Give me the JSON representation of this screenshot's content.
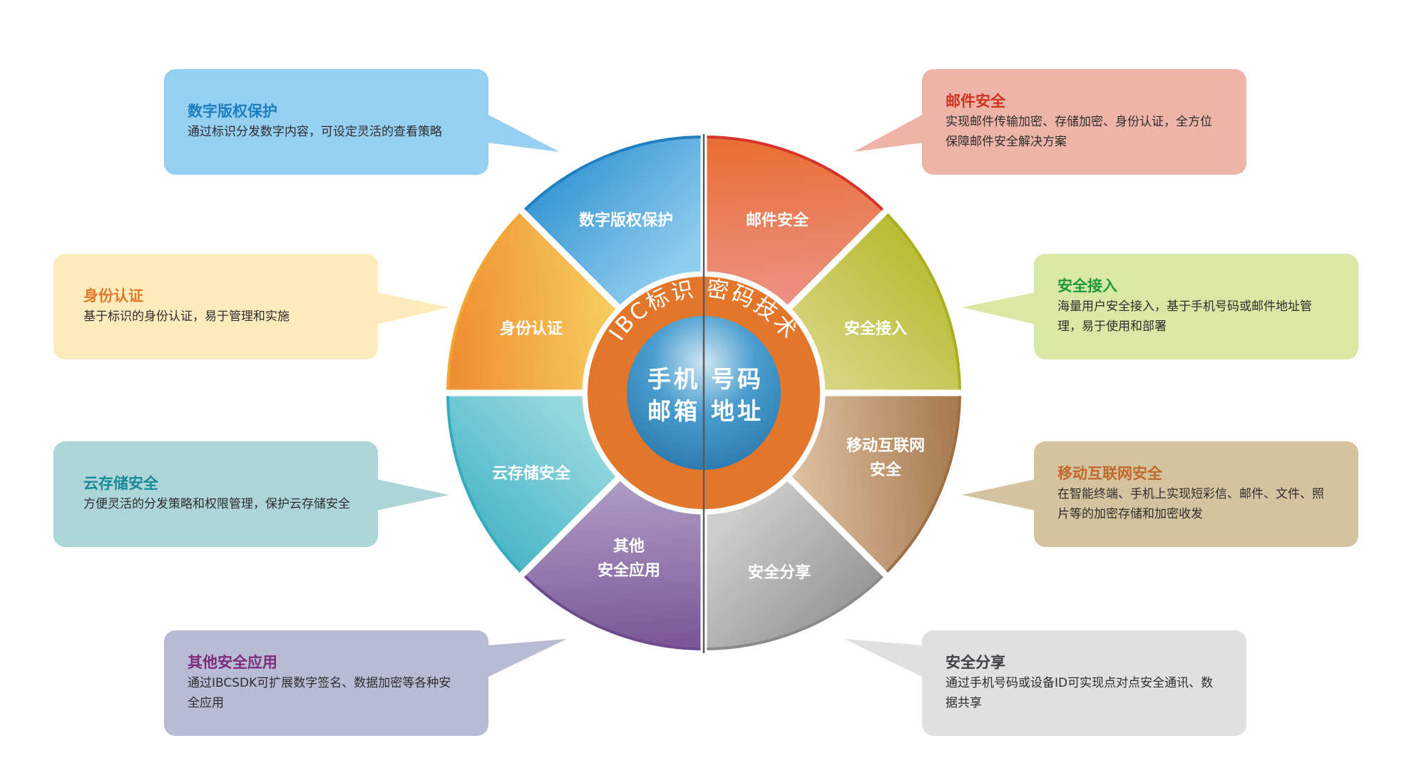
{
  "center": {
    "ring_text": "IBC标识  密码技术",
    "line1_left": "手机",
    "line1_right": "号码",
    "line2_left": "邮箱",
    "line2_right": "地址",
    "ring_color": "#e2762b",
    "core_color": "#3a8fc3"
  },
  "segments": [
    {
      "id": "secure-access",
      "label": [
        "安全接入"
      ],
      "colors": [
        "#b4b92c",
        "#d6d47e"
      ],
      "edge": "#a9ae22"
    },
    {
      "id": "email-security",
      "label": [
        "邮件安全"
      ],
      "colors": [
        "#e86f35",
        "#ec9184"
      ],
      "edge": "#d7332a"
    },
    {
      "id": "digital-rights",
      "label": [
        "数字版权保护"
      ],
      "colors": [
        "#3494d2",
        "#8fcdee"
      ],
      "edge": "#1f7fc2"
    },
    {
      "id": "identity-auth",
      "label": [
        "身份认证"
      ],
      "colors": [
        "#ee8f33",
        "#f7cd5e"
      ],
      "edge": "#f0a733"
    },
    {
      "id": "cloud-storage",
      "label": [
        "云存储安全"
      ],
      "colors": [
        "#45b3c6",
        "#95d8de"
      ],
      "edge": "#34aabd"
    },
    {
      "id": "other-apps",
      "label": [
        "其他",
        "安全应用"
      ],
      "colors": [
        "#7c5898",
        "#ad9cc4"
      ],
      "edge": "#6e4a8e"
    },
    {
      "id": "secure-share",
      "label": [
        "安全分享"
      ],
      "colors": [
        "#949494",
        "#cdcdcd"
      ],
      "edge": "#8a8a8a"
    },
    {
      "id": "mobile-internet",
      "label": [
        "移动互联网",
        "安全"
      ],
      "colors": [
        "#a97b50",
        "#dcc0a0"
      ],
      "edge": "#9c6f45"
    }
  ],
  "callouts": [
    {
      "id": "digital-rights",
      "title": "数字版权保护",
      "desc": "通过标识分发数字内容，可设定灵活的查看策略",
      "bg": "#95cff1",
      "title_color": "#1b7fc1"
    },
    {
      "id": "email-security",
      "title": "邮件安全",
      "desc": "实现邮件传输加密、存储加密、身份认证，全方位保障邮件安全解决方案",
      "bg": "#edb4a7",
      "title_color": "#d2301f"
    },
    {
      "id": "identity-auth",
      "title": "身份认证",
      "desc": "基于标识的身份认证，易于管理和实施",
      "bg": "#fdebbc",
      "title_color": "#e4782a"
    },
    {
      "id": "secure-access",
      "title": "安全接入",
      "desc": "海量用户安全接入，基于手机号码或邮件地址管理，易于使用和部署",
      "bg": "#d9e8a4",
      "title_color": "#1f9a3c"
    },
    {
      "id": "cloud-storage",
      "title": "云存储安全",
      "desc": "方便灵活的分发策略和权限管理，保护云存储安全",
      "bg": "#add5d8",
      "title_color": "#168b97"
    },
    {
      "id": "mobile-internet",
      "title": "移动互联网安全",
      "desc": "在智能终端、手机上实现短彩信、邮件、文件、照片等的加密存储和加密收发",
      "bg": "#d5c39f",
      "title_color": "#c0692b"
    },
    {
      "id": "other-apps",
      "title": "其他安全应用",
      "desc": "通过IBCSDK可扩展数字签名、数据加密等各种安全应用",
      "bg": "#b8bbd4",
      "title_color": "#7b2a7c"
    },
    {
      "id": "secure-share",
      "title": "安全分享",
      "desc": "通过手机号码或设备ID可实现点对点安全通讯、数据共享",
      "bg": "#dfe0df",
      "title_color": "#3c4247"
    }
  ]
}
